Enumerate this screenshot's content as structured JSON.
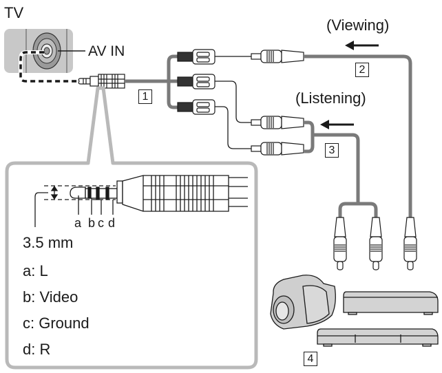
{
  "tv": {
    "title": "TV",
    "port_label": "AV IN"
  },
  "modes": {
    "viewing": "(Viewing)",
    "listening": "(Listening)"
  },
  "callouts": [
    "1",
    "2",
    "3",
    "4"
  ],
  "plug_detail": {
    "pins": [
      "a",
      "b",
      "c",
      "d"
    ],
    "diameter": "3.5 mm",
    "legend": [
      {
        "key": "a",
        "text": "a: L"
      },
      {
        "key": "b",
        "text": "b: Video"
      },
      {
        "key": "c",
        "text": "c: Ground"
      },
      {
        "key": "d",
        "text": "d: R"
      }
    ]
  },
  "colors": {
    "cable": "#7a7a7a",
    "callout_frame": "#b9b9b9",
    "panel": "#c8c8c8",
    "ink": "#1a1a1a"
  }
}
